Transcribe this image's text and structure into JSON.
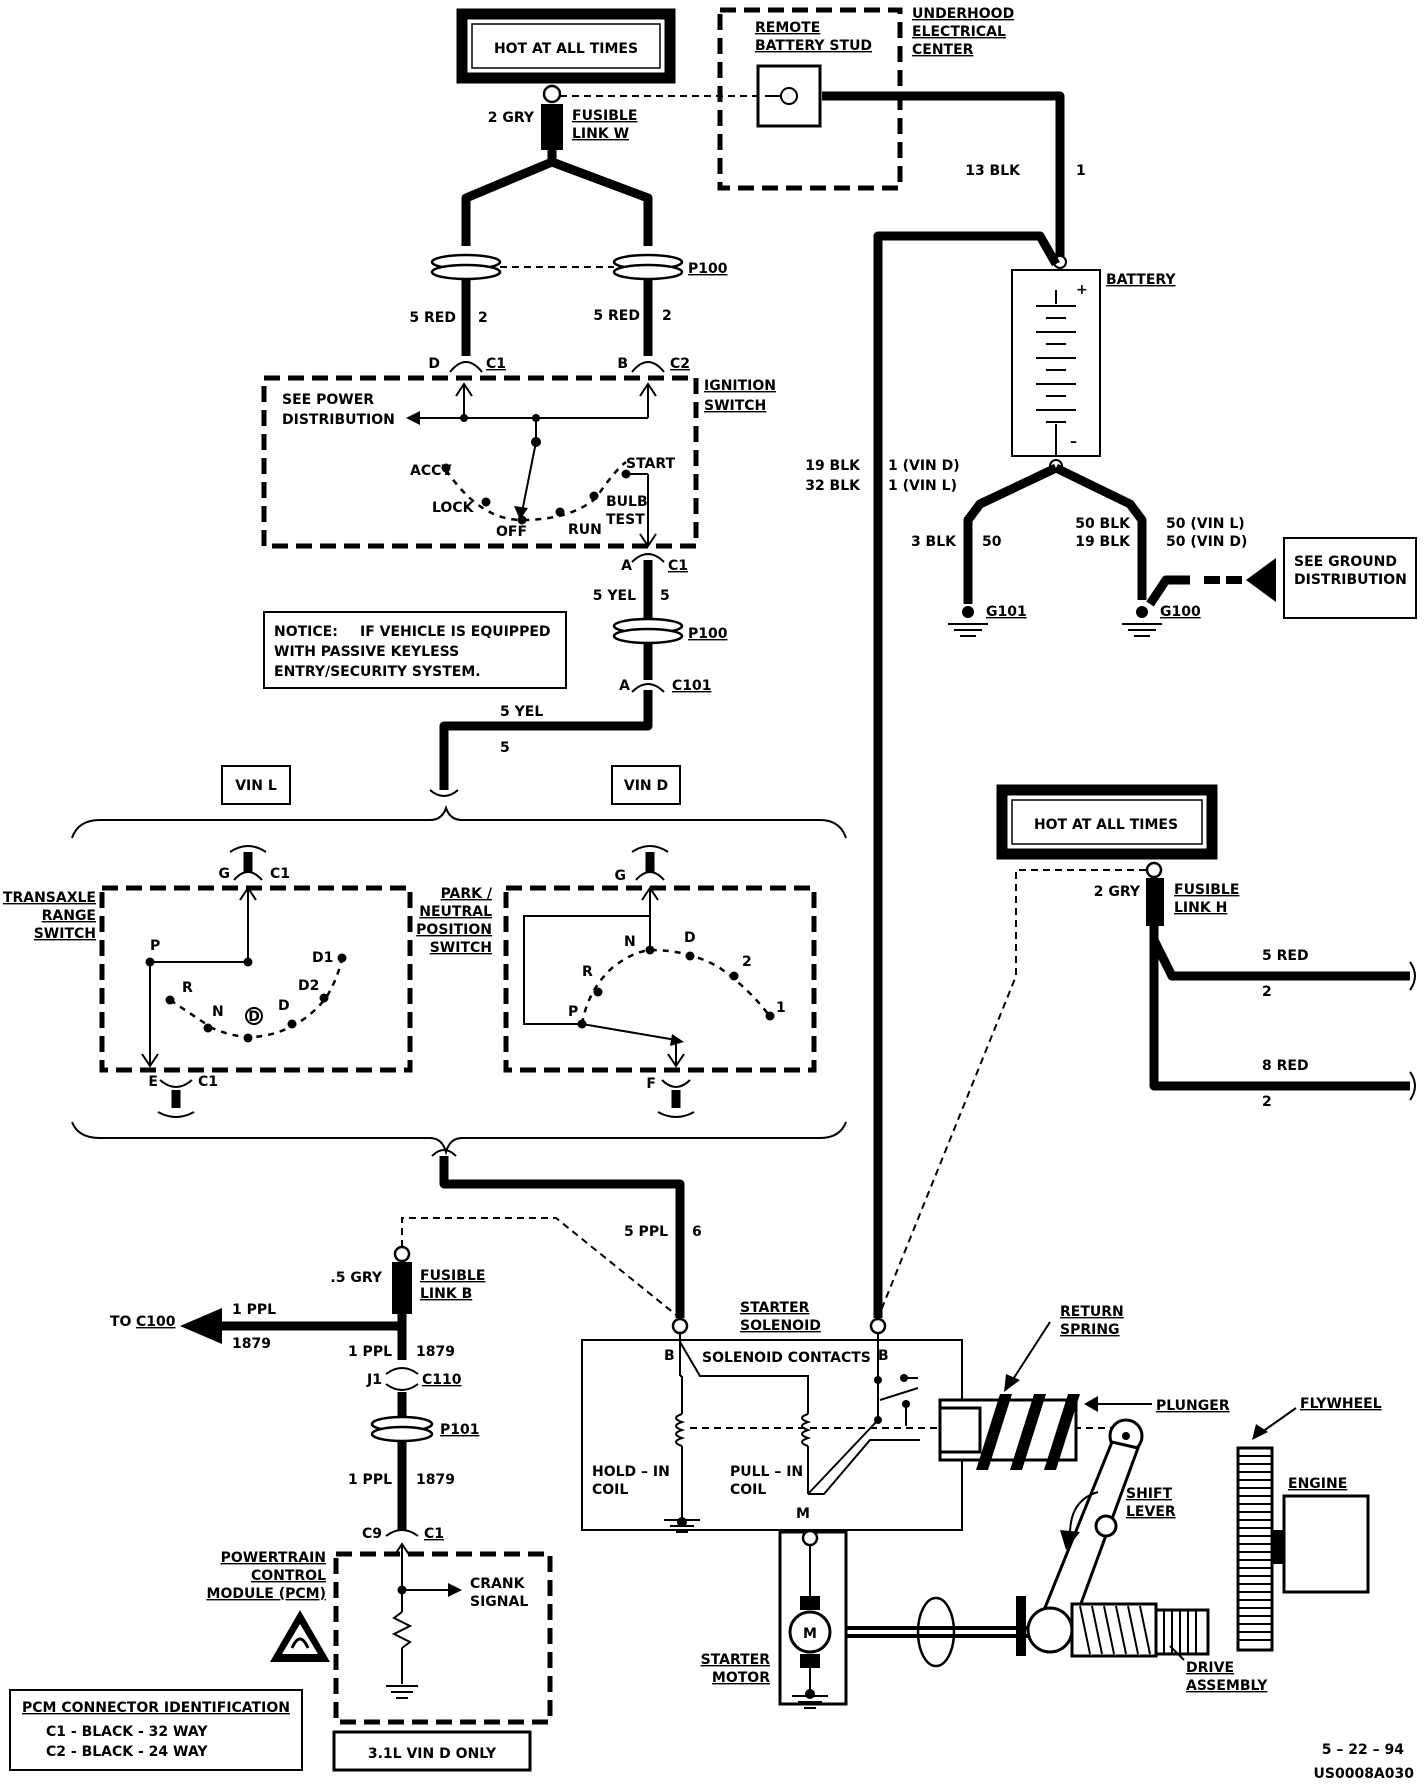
{
  "labels": {
    "hot1": "HOT AT ALL TIMES",
    "hot2": "HOT AT ALL TIMES",
    "remote_stud": [
      "REMOTE",
      "BATTERY  STUD"
    ],
    "underhood": [
      "UNDERHOOD",
      "ELECTRICAL",
      "CENTER"
    ],
    "gry2": "2  GRY",
    "fusible_w": [
      "FUSIBLE",
      "LINK W"
    ],
    "blk13": "13  BLK",
    "circ1": "1",
    "p100_top": "P100",
    "battery": "BATTERY",
    "plus": "+",
    "minus": "–",
    "red5_left": "5 RED",
    "red5_left_n": "2",
    "red5_right": "5 RED",
    "red5_right_n": "2",
    "conn_d": "D",
    "conn_c1a": "C1",
    "conn_b": "B",
    "conn_c2": "C2",
    "ignition": [
      "IGNITION",
      "SWITCH"
    ],
    "see_power": [
      "SEE POWER",
      "DISTRIBUTION"
    ],
    "accy": "ACCY",
    "lock": "LOCK",
    "off": "OFF",
    "run": "RUN",
    "start": "START",
    "bulb_test": [
      "BULB",
      "TEST"
    ],
    "blk19_d": "19 BLK",
    "blk19_d_n": "1  (VIN  D)",
    "blk32_l": "32  BLK",
    "blk32_l_n": "1  (VIN  L)",
    "blk3": "3 BLK",
    "blk3_n": "50",
    "blk50": "50  BLK",
    "blk19b": "19 BLK",
    "vin_l_50": "50  (VIN  L)",
    "vin_d_50": "50  (VIN  D)",
    "see_ground": [
      "SEE GROUND",
      "DISTRIBUTION"
    ],
    "g101": "G101",
    "g100": "G100",
    "conn_a1": "A",
    "conn_c1b": "C1",
    "yel5": "5 YEL",
    "yel5_n": "5",
    "p100_mid": "P100",
    "conn_a2": "A",
    "c101": "C101",
    "yel5b": "5  YEL",
    "yel5b_n": "5",
    "notice_head": "NOTICE:",
    "notice_line1": "IF  VEHICLE IS EQUIPPED",
    "notice_line2": "WITH PASSIVE  KEYLESS",
    "notice_line3": "ENTRY/SECURITY SYSTEM.",
    "vin_l": "VIN  L",
    "vin_d": "VIN  D",
    "g_left": "G",
    "c1_left": "C1",
    "g_right": "G",
    "transaxle": [
      "TRANSAXLE",
      "RANGE",
      "SWITCH"
    ],
    "park_neutral": [
      "PARK /",
      "NEUTRAL",
      "POSITION",
      "SWITCH"
    ],
    "tr_p": "P",
    "tr_r": "R",
    "tr_n": "N",
    "tr_d": "D",
    "tr_d1": "D1",
    "tr_d2": "D2",
    "tr_drive": "D",
    "pn_p": "P",
    "pn_r": "R",
    "pn_n": "N",
    "pn_d": "D",
    "pn_2": "2",
    "pn_1": "1",
    "e_left": "E",
    "c1_bottom": "C1",
    "f_right": "F",
    "gry2b": "2  GRY",
    "fusible_h": [
      "FUSIBLE",
      "LINK H"
    ],
    "red5_h": "5 RED",
    "red5_h_n": "2",
    "red8_h": "8 RED",
    "red8_h_n": "2",
    "ppl5": "5 PPL",
    "ppl5_n": "6",
    "gry5": ".5  GRY",
    "fusible_b": [
      "FUSIBLE",
      "LINK B"
    ],
    "to_c100_prefix": "TO ",
    "to_c100": "C100",
    "ppl1_top": "1 PPL",
    "ppl1_top_n": "1879",
    "ppl1_mid": "1 PPL",
    "ppl1_mid_n": "1879",
    "j1": "J1",
    "c110": "C110",
    "p101": "P101",
    "ppl1_low": "1 PPL",
    "ppl1_low_n": "1879",
    "c9": "C9",
    "c1_pcm": "C1",
    "pcm": [
      "POWERTRAIN",
      "CONTROL",
      "MODULE (PCM)"
    ],
    "crank": [
      "CRANK",
      "SIGNAL"
    ],
    "pcm_conn_title": "PCM CONNECTOR IDENTIFICATION",
    "pcm_conn_c1": "C1   -   BLACK     -  32 WAY",
    "pcm_conn_c2": "C2   -   BLACK     -  24 WAY",
    "vin_d_only": "3.1L  VIN D ONLY",
    "starter_solenoid": [
      "STARTER",
      "SOLENOID"
    ],
    "sol_b_left": "B",
    "sol_b_right": "B",
    "solenoid_contacts": "SOLENOID CONTACTS",
    "hold_in": [
      "HOLD – IN",
      "COIL"
    ],
    "pull_in": [
      "PULL – IN",
      "COIL"
    ],
    "sol_m": "M",
    "return_spring": [
      "RETURN",
      "SPRING"
    ],
    "plunger": "PLUNGER",
    "flywheel": "FLYWHEEL",
    "engine": "ENGINE",
    "shift_lever": [
      "SHIFT",
      "LEVER"
    ],
    "starter_motor": [
      "STARTER",
      "MOTOR"
    ],
    "motor_m": "M",
    "drive_assembly": [
      "DRIVE",
      "ASSEMBLY"
    ],
    "footer_date": "5 – 22 – 94",
    "footer_code": "US0008A030"
  }
}
